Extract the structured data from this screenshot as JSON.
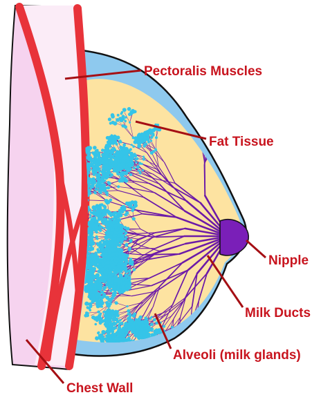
{
  "labels": {
    "pectoralis": "Pectoralis Muscles",
    "fat": "Fat Tissue",
    "nipple": "Nipple",
    "ducts": "Milk Ducts",
    "alveoli": "Alveoli (milk glands)",
    "chest_wall": "Chest Wall"
  },
  "colors": {
    "label": "#c8141e",
    "leader": "#a50f14",
    "muscle": "#e8333a",
    "chest_wall": "#f6d3ef",
    "skin_blue": "#8ec9ee",
    "fat": "#fde3a1",
    "duct": "#6c1aa8",
    "alveoli": "#35c4e8"
  }
}
